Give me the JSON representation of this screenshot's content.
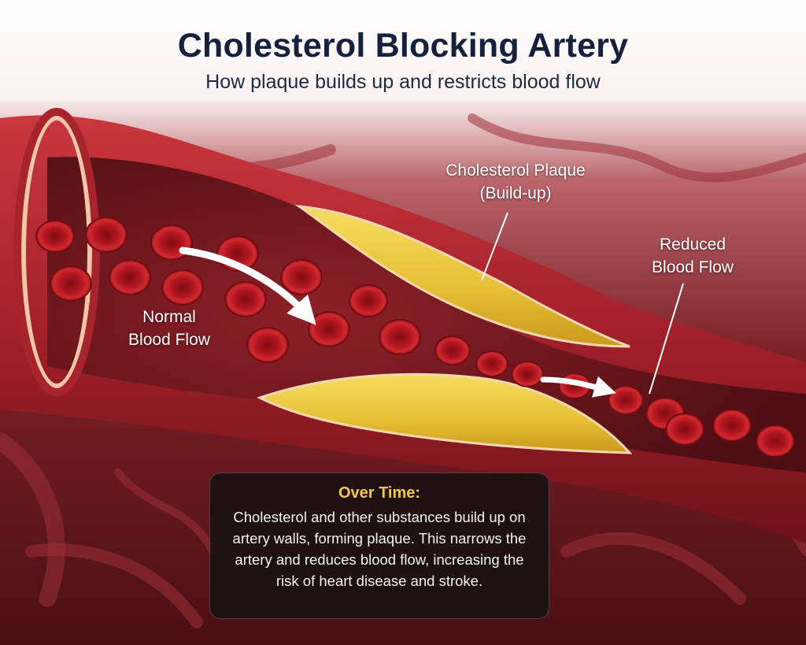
{
  "header": {
    "title": "Cholesterol Blocking Artery",
    "subtitle": "How plaque builds up and restricts blood flow"
  },
  "labels": {
    "normal_flow": "Normal\nBlood Flow",
    "plaque": "Cholesterol Plaque\n(Build-up)",
    "reduced_flow": "Reduced\nBlood Flow"
  },
  "info_box": {
    "heading": "Over Time:",
    "body": "Cholesterol and other substances build up on artery walls, forming plaque. This narrows the artery and reduces blood flow, increasing the risk of heart disease and stroke."
  },
  "colors": {
    "title": "#15213d",
    "artery_wall": "#a8242c",
    "blood_cell": "#b0161e",
    "plaque": "#e8c43a",
    "info_heading": "#f3c84a"
  }
}
